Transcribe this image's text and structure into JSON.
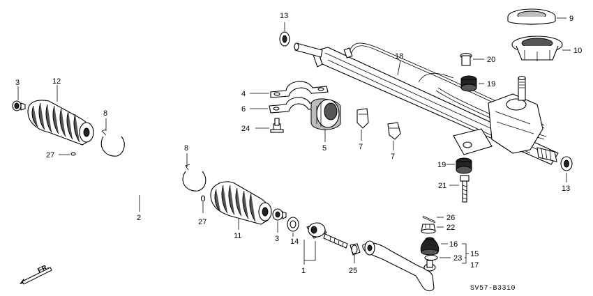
{
  "diagram": {
    "code": "SV57-B3310",
    "direction_label": "FR.",
    "callouts": {
      "c1": "1",
      "c2": "2",
      "c3a": "3",
      "c3b": "3",
      "c4": "4",
      "c5": "5",
      "c6": "6",
      "c7a": "7",
      "c7b": "7",
      "c8a": "8",
      "c8b": "8",
      "c9": "9",
      "c10": "10",
      "c11": "11",
      "c12": "12",
      "c13a": "13",
      "c13b": "13",
      "c14": "14",
      "c15": "15",
      "c16": "16",
      "c17": "17",
      "c18": "18",
      "c19a": "19",
      "c19b": "19",
      "c20": "20",
      "c21": "21",
      "c22": "22",
      "c23": "23",
      "c24": "24",
      "c25": "25",
      "c26": "26",
      "c27a": "27",
      "c27b": "27"
    }
  }
}
